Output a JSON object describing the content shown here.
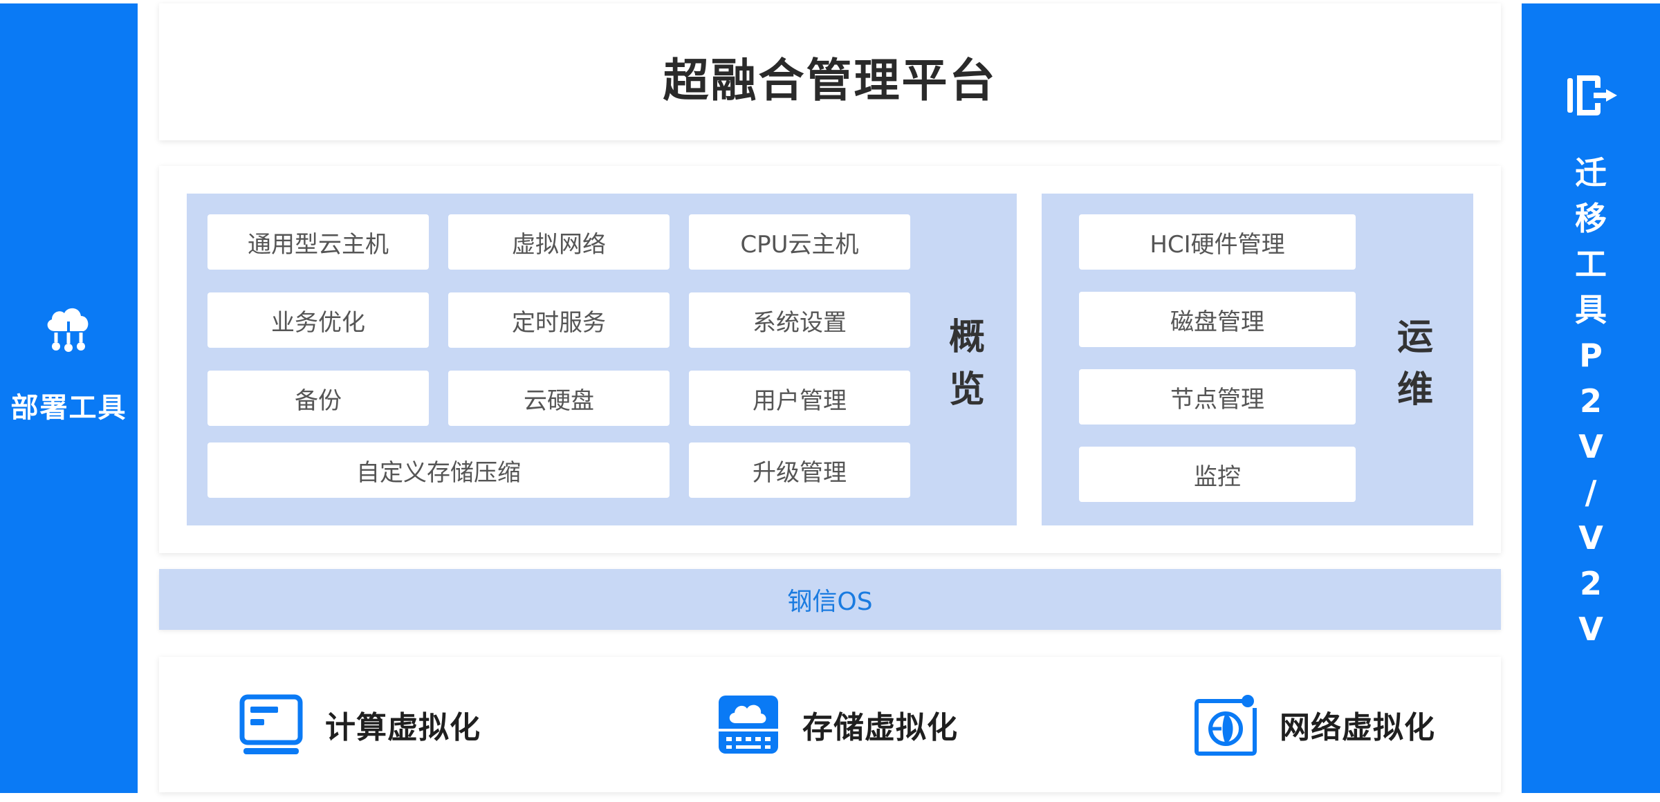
{
  "left_tool": {
    "label": "部署工具",
    "icon": "cloud-network-icon"
  },
  "right_tool": {
    "label_chars": [
      "迁",
      "移",
      "工",
      "具",
      "P",
      "2",
      "V",
      "/",
      "V",
      "2",
      "V"
    ],
    "icon": "migration-icon"
  },
  "platform": {
    "title": "超融合管理平台"
  },
  "overview": {
    "label_chars": [
      "概",
      "览"
    ],
    "modules": [
      "通用型云主机",
      "虚拟网络",
      "CPU云主机",
      "业务优化",
      "定时服务",
      "系统设置",
      "备份",
      "云硬盘",
      "用户管理",
      "自定义存储压缩",
      "升级管理"
    ]
  },
  "ops": {
    "label_chars": [
      "运",
      "维"
    ],
    "modules": [
      "HCI硬件管理",
      "磁盘管理",
      "节点管理",
      "监控"
    ]
  },
  "os_bar": {
    "label": "钢信OS"
  },
  "virtualization": [
    {
      "label": "计算虚拟化",
      "icon": "compute-monitor-icon"
    },
    {
      "label": "存储虚拟化",
      "icon": "storage-cloud-icon"
    },
    {
      "label": "网络虚拟化",
      "icon": "network-globe-icon"
    }
  ],
  "colors": {
    "primary": "#0a7af5",
    "light_blue": "#c8d8f5",
    "os_text": "#1a7be0"
  }
}
